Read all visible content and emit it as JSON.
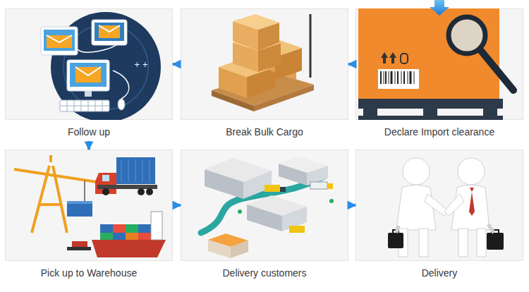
{
  "diagram": {
    "nodes": [
      {
        "text": [
          "Follow up"
        ]
      },
      {
        "text": [
          "Break Bulk Cargo"
        ]
      },
      {
        "text": [
          "Declare Import clearance"
        ]
      },
      {
        "text": [
          "Pick up to Warehouse"
        ]
      },
      {
        "text": [
          "Delivery customers"
        ]
      },
      {
        "text": [
          "Delivery"
        ]
      }
    ],
    "edges": [
      {
        "from": 2,
        "to": 1,
        "arrow": "to"
      },
      {
        "from": 1,
        "to": 0,
        "arrow": "to"
      },
      {
        "from": 0,
        "to": 3,
        "arrow": "to"
      },
      {
        "from": 3,
        "to": 4,
        "arrow": "to"
      },
      {
        "from": 4,
        "to": 5,
        "arrow": "to"
      }
    ]
  }
}
